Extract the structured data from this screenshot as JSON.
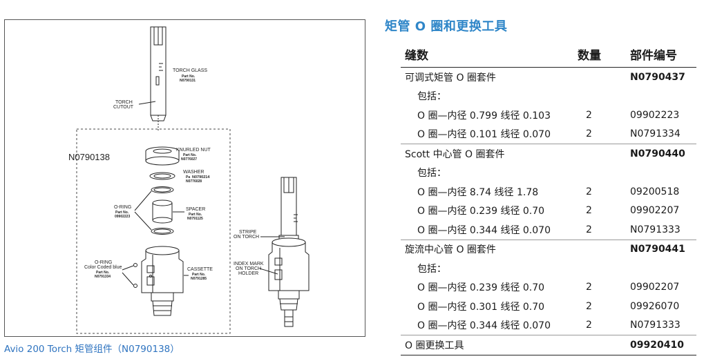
{
  "diagram": {
    "kit_label": "N0790138",
    "labels": {
      "torch_glass": "TORCH GLASS",
      "torch_glass_pn_title": "Part No.",
      "torch_glass_pn": "N0790131",
      "torch_cutout_1": "TORCH",
      "torch_cutout_2": "CUTOUT",
      "knurled_nut": "KNURLED NUT",
      "knurled_nut_pn_title": "Part No.",
      "knurled_nut_pn": "N0776027",
      "washer": "WASHER",
      "washer_pn_title": "Pa",
      "washer_pn_alt": "N0790214",
      "washer_pn": "N0776028",
      "oring_1": "O-RING",
      "oring_1_pn_title": "Part No.",
      "oring_1_pn": "09902223",
      "spacer": "SPACER",
      "spacer_pn_title": "Part No.",
      "spacer_pn": "N0791125",
      "oring_2": "O-RING",
      "oring_2_sub": "Color Coded blue",
      "oring_2_pn_title": "Part No.",
      "oring_2_pn": "N0791334",
      "cassette": "CASSETTE",
      "cassette_pn_title": "Part No.",
      "cassette_pn": "N0791285",
      "stripe_1": "STRIPE",
      "stripe_2": "ON TORCH",
      "index_1": "INDEX MARK",
      "index_2": "ON TORCH",
      "index_3": "HOLDER"
    },
    "caption": "Avio 200 Torch 矩管组件（N0790138）"
  },
  "table": {
    "title": "矩管 O 圈和更换工具",
    "headers": {
      "name": "缝数",
      "qty": "数量",
      "pn": "部件编号"
    },
    "groups": [
      {
        "name": "可调式矩管 O 圈套件",
        "pn": "N0790437",
        "includes": "包括：",
        "items": [
          {
            "name": "O 圈—内径 0.799 线径 0.103",
            "qty": "2",
            "pn": "09902223"
          },
          {
            "name": "O 圈—内径 0.101 线径 0.070",
            "qty": "2",
            "pn": "N0791334"
          }
        ]
      },
      {
        "name": "Scott 中心管 O 圈套件",
        "pn": "N0790440",
        "includes": "包括：",
        "items": [
          {
            "name": "O 圈—内径 8.74 线径 1.78",
            "qty": "2",
            "pn": "09200518"
          },
          {
            "name": "O 圈—内径 0.239 线径 0.70",
            "qty": "2",
            "pn": "09902207"
          },
          {
            "name": "O 圈—内径 0.344 线径 0.070",
            "qty": "2",
            "pn": "N0791333"
          }
        ]
      },
      {
        "name": "旋流中心管 O 圈套件",
        "pn": "N0790441",
        "includes": "包括：",
        "items": [
          {
            "name": "O 圈—内径 0.239 线径 0.70",
            "qty": "2",
            "pn": "09902207"
          },
          {
            "name": "O 圈—内径 0.301 线径 0.70",
            "qty": "2",
            "pn": "09926070"
          },
          {
            "name": "O 圈—内径 0.344 线径 0.070",
            "qty": "2",
            "pn": "N0791333"
          }
        ]
      }
    ],
    "tool": {
      "name": "O 圈更换工具",
      "pn": "09920410"
    }
  }
}
